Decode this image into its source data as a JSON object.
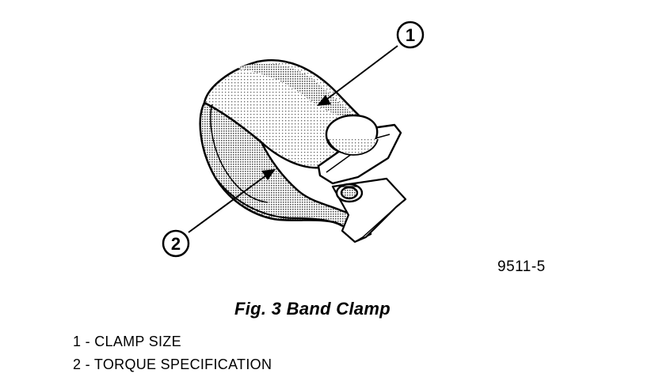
{
  "callouts": [
    {
      "number": "1"
    },
    {
      "number": "2"
    }
  ],
  "figure_id": "9511-5",
  "caption": "Fig. 3 Band Clamp",
  "legend": [
    "1 - CLAMP SIZE",
    "2 - TORQUE SPECIFICATION"
  ],
  "colors": {
    "ink": "#000000",
    "paper": "#ffffff",
    "shade": "#9a9a9a"
  }
}
